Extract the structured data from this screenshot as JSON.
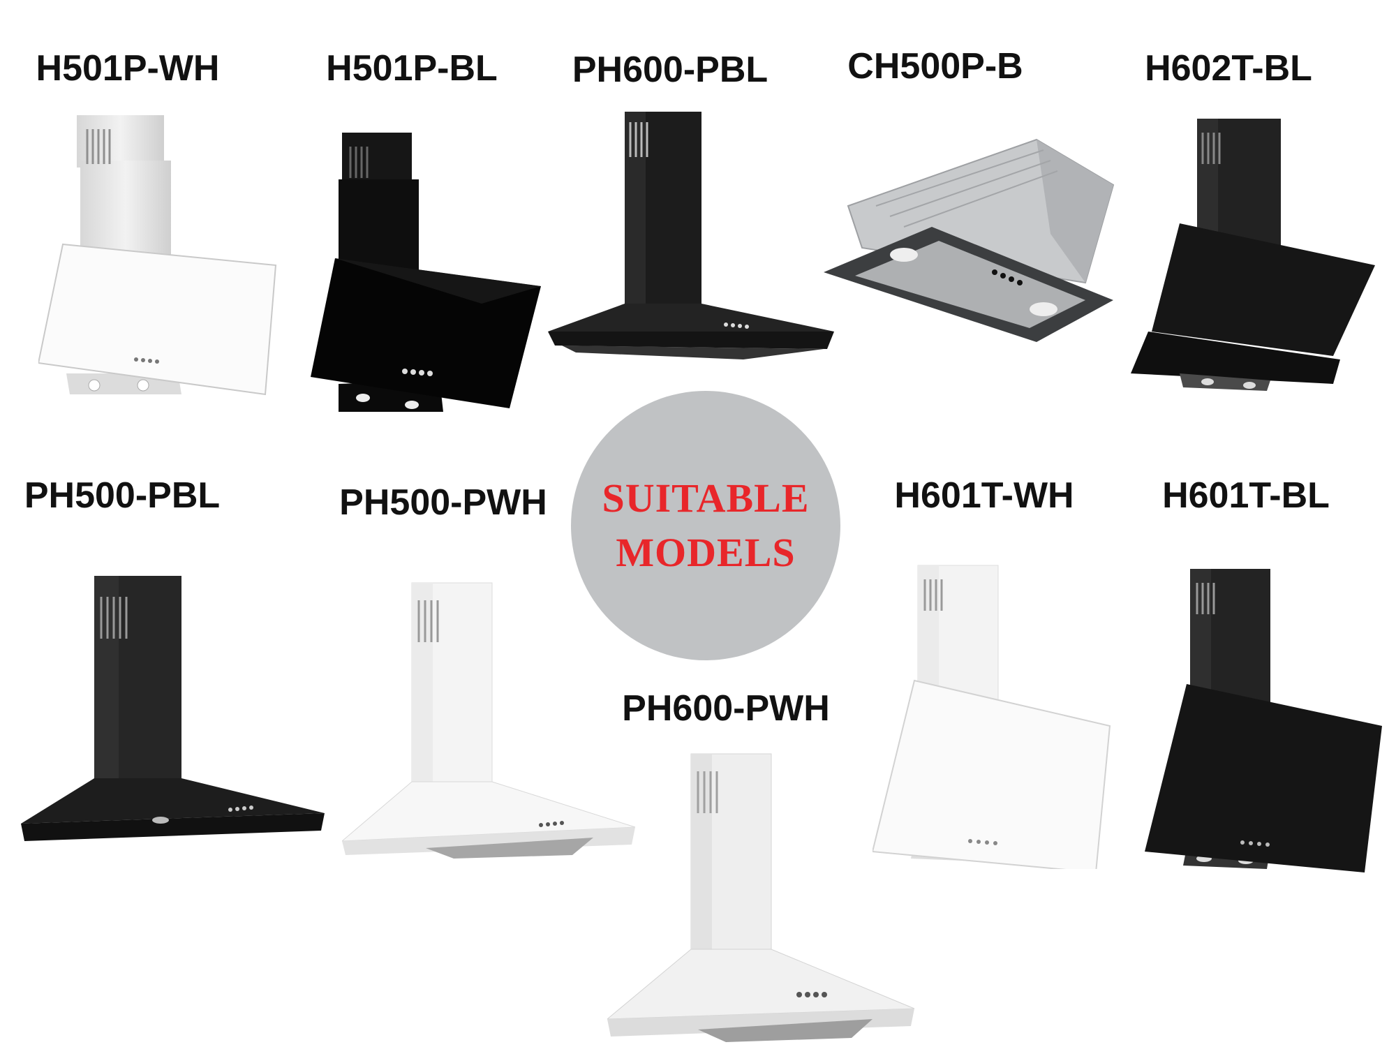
{
  "models": [
    {
      "id": "h501p-wh",
      "name": "H501P-WH",
      "style": "angled",
      "finish": "white"
    },
    {
      "id": "h501p-bl",
      "name": "H501P-BL",
      "style": "angled",
      "finish": "black"
    },
    {
      "id": "ph600-pbl",
      "name": "PH600-PBL",
      "style": "pyramid",
      "finish": "black"
    },
    {
      "id": "ch500p-b",
      "name": "CH500P-B",
      "style": "insert",
      "finish": "silver"
    },
    {
      "id": "h602t-bl",
      "name": "H602T-BL",
      "style": "angled",
      "finish": "black"
    },
    {
      "id": "ph500-pbl",
      "name": "PH500-PBL",
      "style": "pyramid",
      "finish": "black"
    },
    {
      "id": "ph500-pwh",
      "name": "PH500-PWH",
      "style": "pyramid",
      "finish": "white"
    },
    {
      "id": "h601t-wh",
      "name": "H601T-WH",
      "style": "angled",
      "finish": "white"
    },
    {
      "id": "h601t-bl",
      "name": "H601T-BL",
      "style": "angled",
      "finish": "black"
    },
    {
      "id": "ph600-pwh",
      "name": "PH600-PWH",
      "style": "pyramid",
      "finish": "white"
    }
  ],
  "badge": {
    "line1": "SUITABLE",
    "line2": "MODELS",
    "text_color": "#e8262a",
    "circle_color": "#c0c2c4"
  }
}
